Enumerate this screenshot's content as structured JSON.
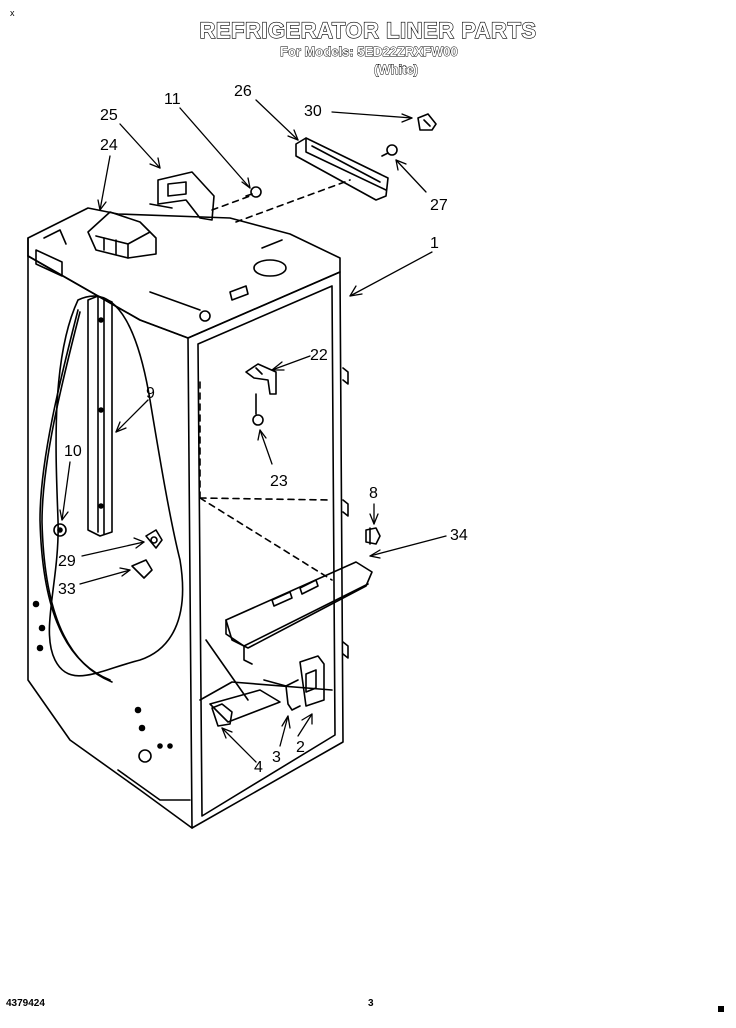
{
  "header": {
    "title": "REFRIGERATOR LINER PARTS",
    "models_line": "For Models: 5ED22ZRXFW00",
    "color_line": "(White)"
  },
  "footer": {
    "doc_number": "4379424",
    "page_number": "3"
  },
  "corner_mark": "x",
  "callouts": {
    "c1": "1",
    "c2": "2",
    "c3": "3",
    "c4": "4",
    "c8": "8",
    "c9": "9",
    "c10": "10",
    "c11": "11",
    "c22": "22",
    "c23": "23",
    "c24": "24",
    "c25": "25",
    "c26": "26",
    "c27": "27",
    "c29": "29",
    "c30": "30",
    "c33": "33",
    "c34": "34"
  }
}
